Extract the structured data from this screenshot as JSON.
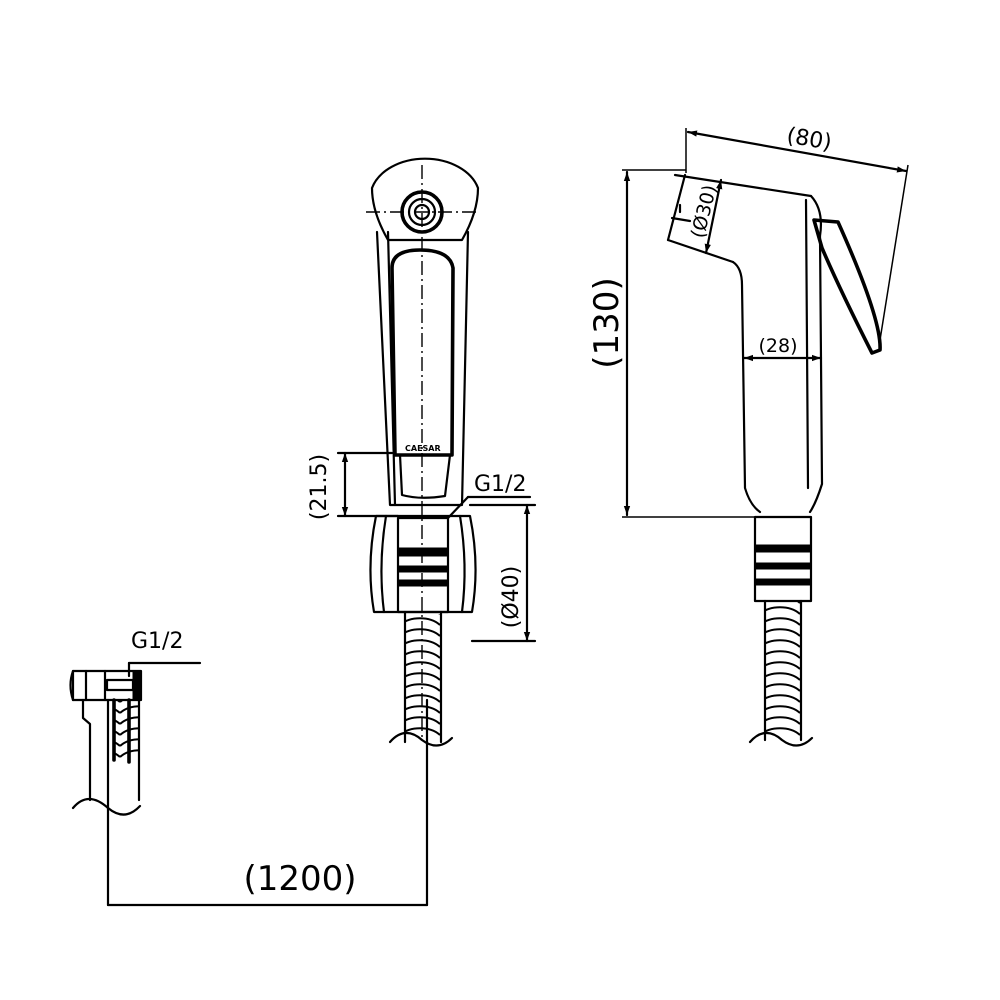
{
  "dimensions": {
    "hose_length": "(1200)",
    "height_total": "(130)",
    "length_total": "(80)",
    "head_diameter": "(Ø30)",
    "handle_width": "(28)",
    "bracket_height": "(21.5)",
    "bracket_diameter": "(Ø40)",
    "thread_top": "G1/2",
    "thread_fitting": "G1/2"
  },
  "brand_mark": "CAESAR"
}
